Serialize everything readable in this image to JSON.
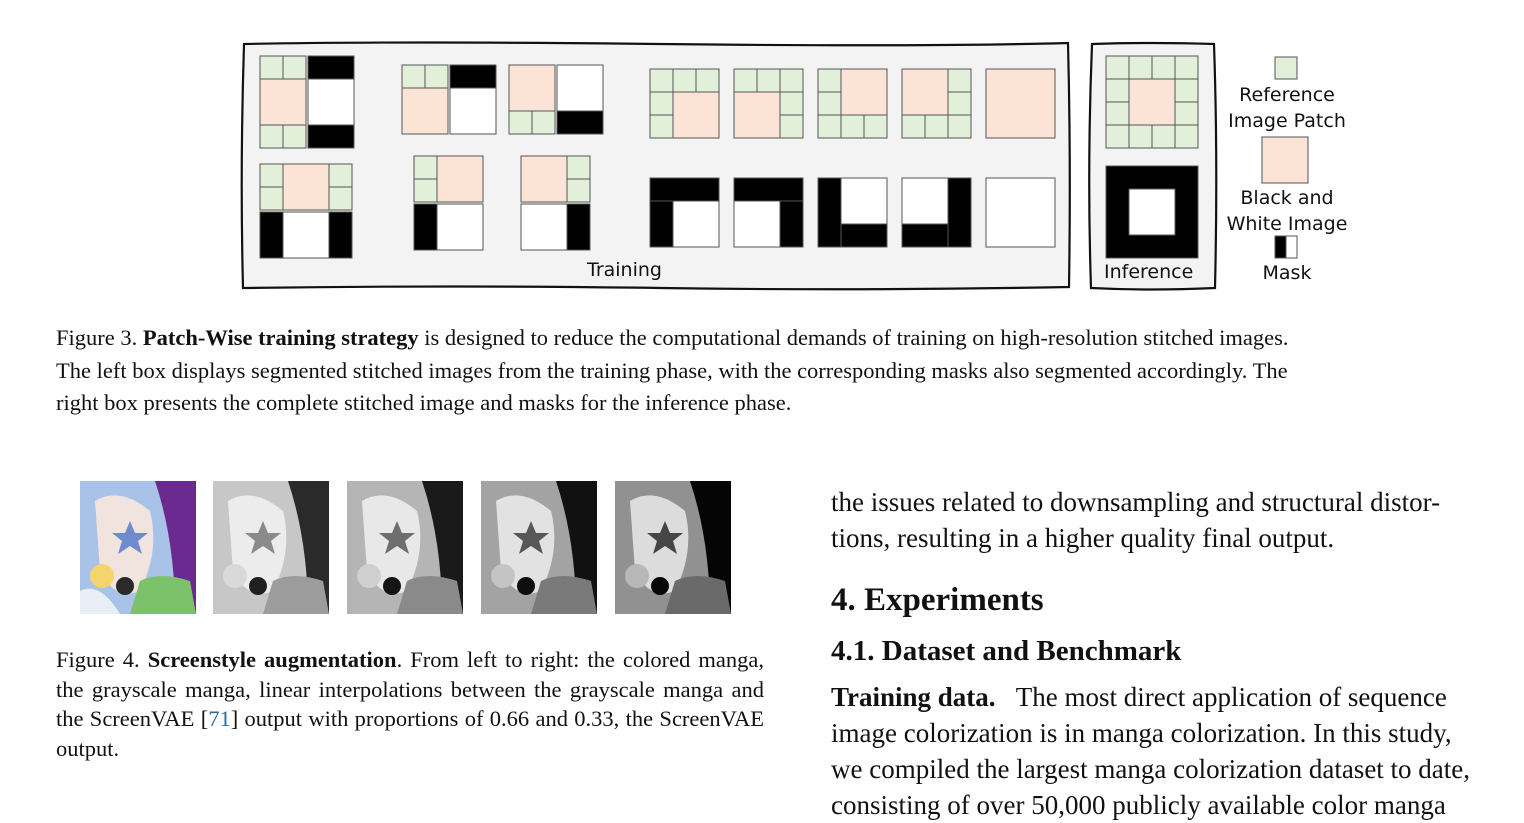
{
  "figure3": {
    "box_training_label": "Training",
    "box_inference_label": "Inference",
    "legend": {
      "reference_line1": "Reference",
      "reference_line2": "Image Patch",
      "bw_line1": "Black and",
      "bw_line2": "White Image",
      "mask": "Mask"
    },
    "colors": {
      "reference": "#e2f0da",
      "bw": "#fbe4d6",
      "mask": "#000000",
      "box_fill": "#f3f3f3"
    },
    "caption": {
      "label": "Figure 3.",
      "bold": "Patch-Wise training strategy",
      "line1_rest": "is designed to reduce the computational demands of training on high-resolution stitched images.",
      "line2": "The left box displays segmented stitched images from the training phase, with the corresponding masks also segmented accordingly. The",
      "line3": "right box presents the complete stitched image and masks for the inference phase."
    }
  },
  "figure4": {
    "caption": {
      "label": "Figure 4.",
      "bold": "Screenstyle augmentation",
      "pre_cite": ". From left to right: the colored manga, the grayscale manga, linear interpolations between the grayscale manga and the ScreenVAE [",
      "cite": "71",
      "post_cite": "] output with proportions of 0.66 and 0.33, the ScreenVAE output."
    }
  },
  "right_column": {
    "para_cont_line1": "the issues related to downsampling and structural distor-",
    "para_cont_line2": "tions, resulting in a higher quality final output.",
    "section": "4. Experiments",
    "subsection": "4.1. Dataset and Benchmark",
    "training_label": "Training data.",
    "training_line1_rest": "The most direct application of sequence",
    "training_line2": "image colorization is in manga colorization. In this study,",
    "training_line3": "we compiled the largest manga colorization dataset to date,",
    "training_line4": "consisting of over 50,000 publicly available color manga"
  }
}
